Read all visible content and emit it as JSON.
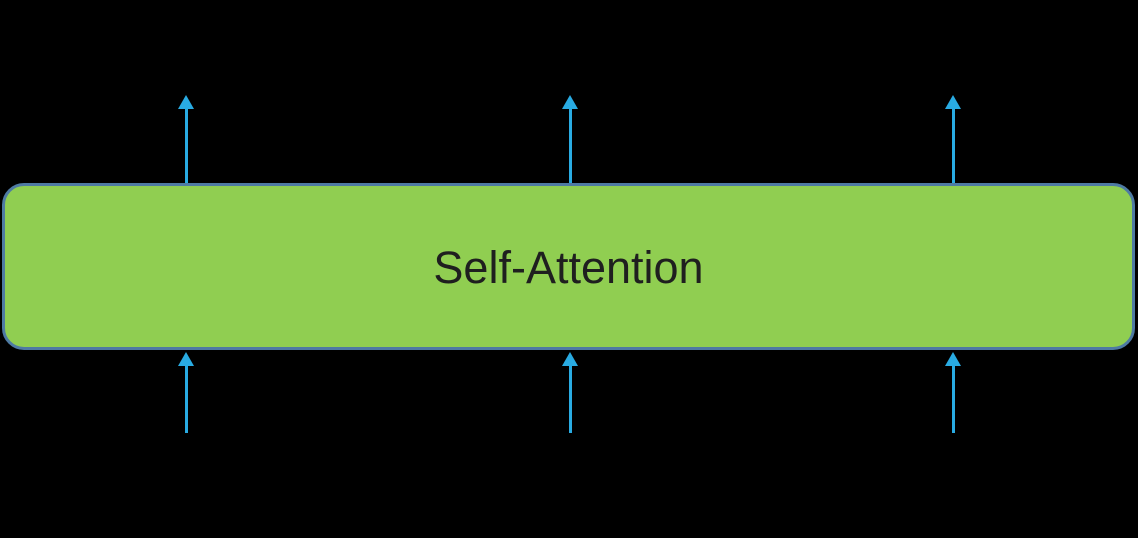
{
  "page": {
    "background_color": "#000000"
  },
  "block": {
    "label": "Self-Attention",
    "fill_color": "#90CE51",
    "border_color": "#4E7AA3",
    "text_color": "#1F1F1F"
  },
  "arrows": {
    "color": "#29ABE2",
    "direction": "up",
    "output_count": 3,
    "input_count": 3
  }
}
